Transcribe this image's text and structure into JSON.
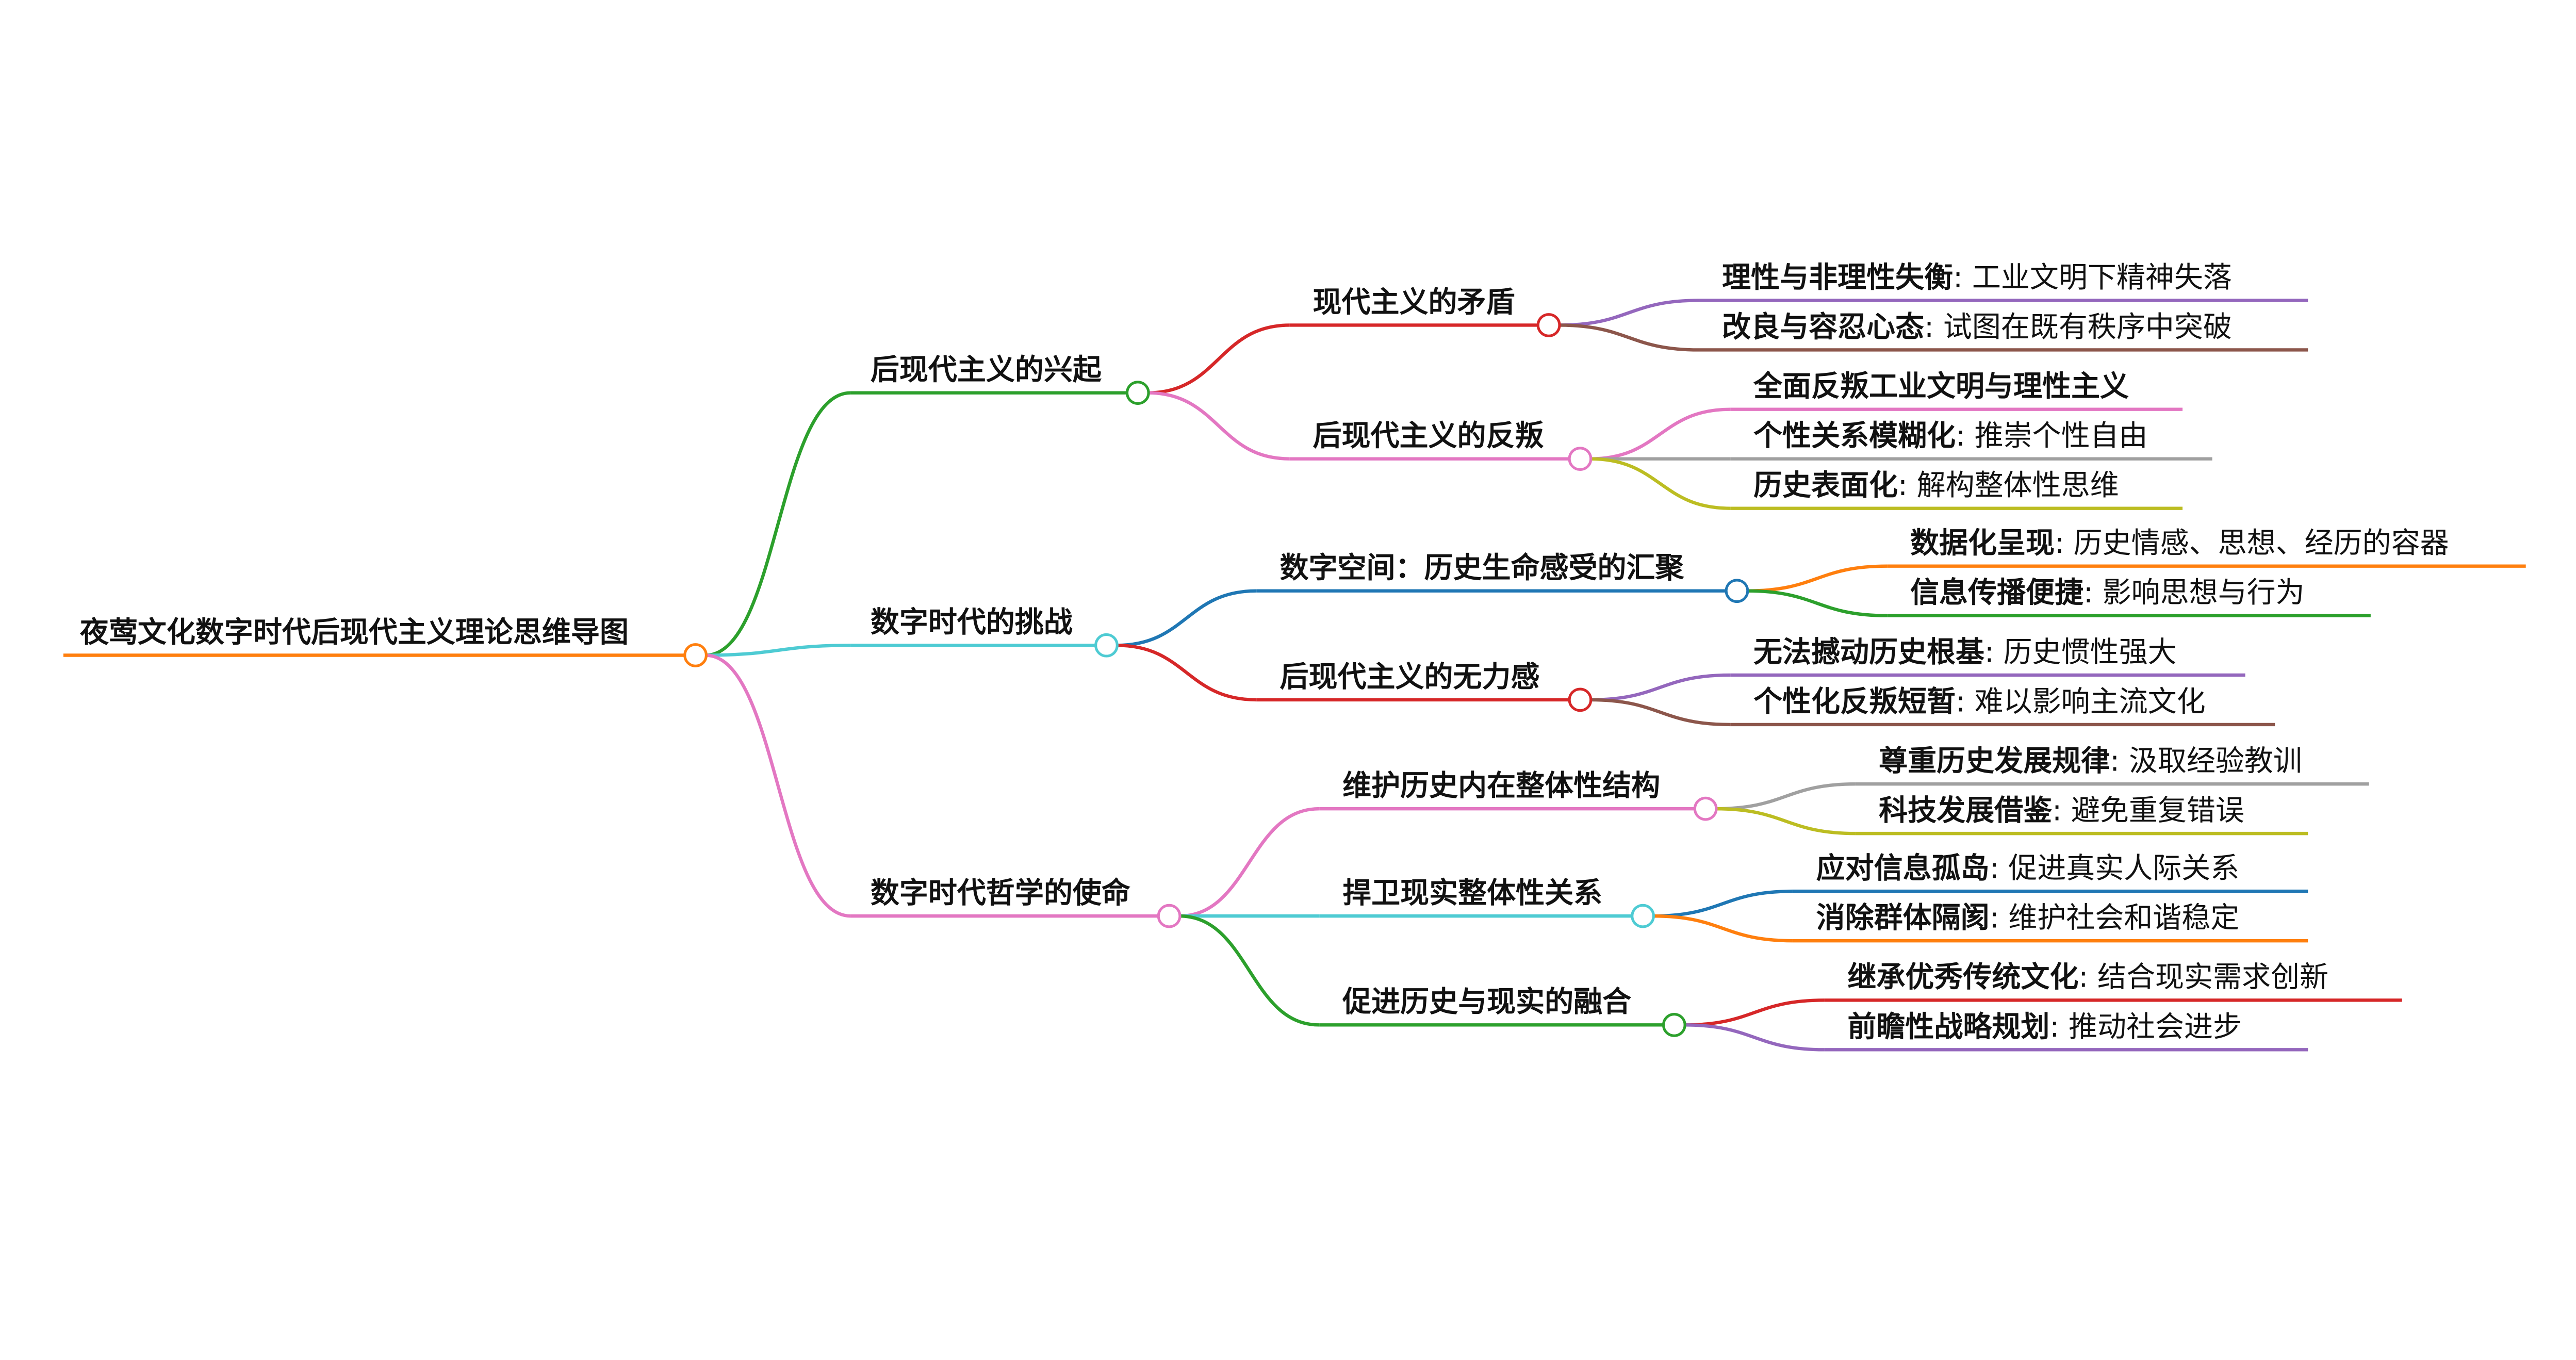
{
  "root": {
    "label": "夜莺文化数字时代后现代主义理论思维导图",
    "color": "#ff7f0e"
  },
  "branches": [
    {
      "label": "后现代主义的兴起",
      "color": "#2ca02c",
      "children": [
        {
          "label": "现代主义的矛盾",
          "color": "#d62728",
          "children": [
            {
              "key": "理性与非理性失衡",
              "value": "工业文明下精神失落",
              "color": "#9467bd"
            },
            {
              "key": "改良与容忍心态",
              "value": "试图在既有秩序中突破",
              "color": "#8c564b"
            }
          ]
        },
        {
          "label": "后现代主义的反叛",
          "color": "#e377c2",
          "children": [
            {
              "key": "全面反叛工业文明与理性主义",
              "value": "",
              "color": "#e377c2"
            },
            {
              "key": "个性关系模糊化",
              "value": "推崇个性自由",
              "color": "#a0a0a0"
            },
            {
              "key": "历史表面化",
              "value": "解构整体性思维",
              "color": "#bcbd22"
            }
          ]
        }
      ]
    },
    {
      "label": "数字时代的挑战",
      "color": "#4ecbd3",
      "children": [
        {
          "label": "数字空间：历史生命感受的汇聚",
          "color": "#1f77b4",
          "children": [
            {
              "key": "数据化呈现",
              "value": "历史情感、思想、经历的容器",
              "color": "#ff7f0e"
            },
            {
              "key": "信息传播便捷",
              "value": "影响思想与行为",
              "color": "#2ca02c"
            }
          ]
        },
        {
          "label": "后现代主义的无力感",
          "color": "#d62728",
          "children": [
            {
              "key": "无法撼动历史根基",
              "value": "历史惯性强大",
              "color": "#9467bd"
            },
            {
              "key": "个性化反叛短暂",
              "value": "难以影响主流文化",
              "color": "#8c564b"
            }
          ]
        }
      ]
    },
    {
      "label": "数字时代哲学的使命",
      "color": "#e377c2",
      "children": [
        {
          "label": "维护历史内在整体性结构",
          "color": "#e377c2",
          "children": [
            {
              "key": "尊重历史发展规律",
              "value": "汲取经验教训",
              "color": "#a0a0a0"
            },
            {
              "key": "科技发展借鉴",
              "value": "避免重复错误",
              "color": "#bcbd22"
            }
          ]
        },
        {
          "label": "捍卫现实整体性关系",
          "color": "#4ecbd3",
          "children": [
            {
              "key": "应对信息孤岛",
              "value": "促进真实人际关系",
              "color": "#1f77b4"
            },
            {
              "key": "消除群体隔阂",
              "value": "维护社会和谐稳定",
              "color": "#ff7f0e"
            }
          ]
        },
        {
          "label": "促进历史与现实的融合",
          "color": "#2ca02c",
          "children": [
            {
              "key": "继承优秀传统文化",
              "value": "结合现实需求创新",
              "color": "#d62728"
            },
            {
              "key": "前瞻性战略规划",
              "value": "推动社会进步",
              "color": "#9467bd"
            }
          ]
        }
      ]
    }
  ]
}
